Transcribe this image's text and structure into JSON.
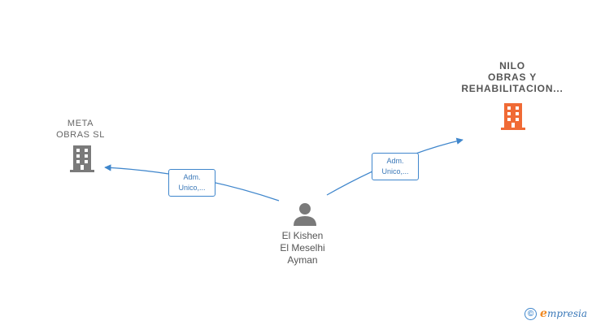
{
  "nodes": {
    "meta": {
      "label_lines": [
        "META",
        "OBRAS  SL"
      ],
      "type": "company"
    },
    "nilo": {
      "label_lines": [
        "NILO",
        "OBRAS Y",
        "REHABILITACION..."
      ],
      "type": "company",
      "highlighted": true
    },
    "person": {
      "label_lines": [
        "El Kishen",
        "El Meselhi",
        "Ayman"
      ],
      "type": "person"
    }
  },
  "edges": [
    {
      "from": "person",
      "to": "meta",
      "label_lines": [
        "Adm.",
        "Unico,..."
      ]
    },
    {
      "from": "person",
      "to": "nilo",
      "label_lines": [
        "Adm.",
        "Unico,..."
      ]
    }
  ],
  "brand": {
    "copyright_symbol": "©",
    "initial": "e",
    "rest": "mpresia"
  },
  "colors": {
    "edge": "#3f86cc",
    "company_icon": "#7a7a7a",
    "primary_icon": "#f06a35",
    "person_icon": "#7a7a7a"
  }
}
